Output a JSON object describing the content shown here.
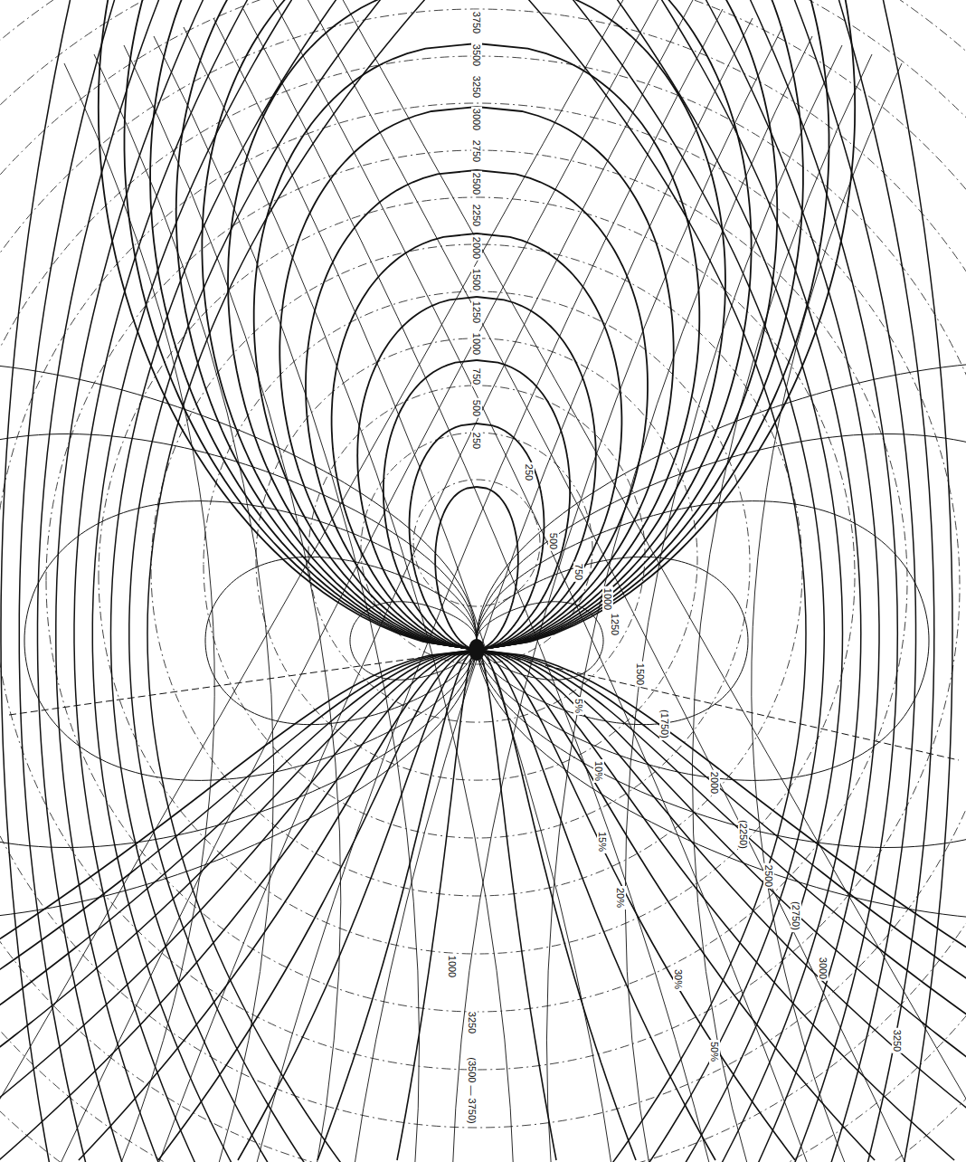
{
  "diagram": {
    "labels": [
      "3750",
      "3500",
      "3250",
      "3000",
      "2750",
      "2500",
      "2250",
      "2000",
      "1500",
      "1250",
      "1000",
      "750",
      "500",
      "250",
      "250",
      "500",
      "750",
      "1000",
      "1250",
      "1500",
      "(1750)",
      "2000",
      "(2250)",
      "2500",
      "(2750)",
      "3000",
      "3250",
      "5%",
      "10%",
      "15%",
      "20%",
      "30%",
      "50%",
      "1000",
      "3250",
      "(3500 — 3750)"
    ]
  }
}
